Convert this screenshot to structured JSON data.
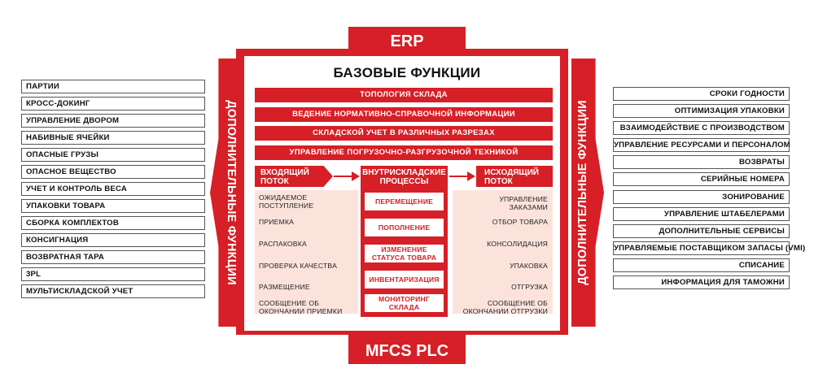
{
  "top_system": "ERP",
  "bottom_system": "MFCS PLC",
  "side_label": "ДОПОЛНИТЕЛЬНЫЕ ФУНКЦИИ",
  "title": "БАЗОВЫЕ ФУНКЦИИ",
  "base_bars": [
    "ТОПОЛОГИЯ СКЛАДА",
    "ВЕДЕНИЕ НОРМАТИВНО-СПРАВОЧНОЙ ИНФОРМАЦИИ",
    "СКЛАДСКОЙ УЧЕТ В РАЗЛИЧНЫХ РАЗРЕЗАХ",
    "УПРАВЛЕНИЕ ПОГРУЗОЧНО-РАЗГРУЗОЧНОЙ ТЕХНИКОЙ"
  ],
  "inbound": {
    "title_line1": "ВХОДЯЩИЙ",
    "title_line2": "ПОТОК",
    "items": [
      [
        "ОЖИДАЕМОЕ",
        "ПОСТУПЛЕНИЕ"
      ],
      [
        "ПРИЕМКА"
      ],
      [
        "РАСПАКОВКА"
      ],
      [
        "ПРОВЕРКА КАЧЕСТВА"
      ],
      [
        "РАЗМЕЩЕНИЕ"
      ],
      [
        "СООБЩЕНИЕ ОБ",
        "ОКОНЧАНИИ ПРИЕМКИ"
      ]
    ]
  },
  "internal": {
    "title_line1": "ВНУТРИСКЛАДСКИЕ",
    "title_line2": "ПРОЦЕССЫ",
    "items": [
      [
        "ПЕРЕМЕЩЕНИЕ"
      ],
      [
        "ПОПОЛНЕНИЕ"
      ],
      [
        "ИЗМЕНЕНИЕ",
        "СТАТУСА ТОВАРА"
      ],
      [
        "ИНВЕНТАРИЗАЦИЯ"
      ],
      [
        "МОНИТОРИНГ",
        "СКЛАДА"
      ]
    ]
  },
  "outbound": {
    "title_line1": "ИСХОДЯЩИЙ",
    "title_line2": "ПОТОК",
    "items": [
      [
        "УПРАВЛЕНИЕ",
        "ЗАКАЗАМИ"
      ],
      [
        "ОТБОР ТОВАРА"
      ],
      [
        "КОНСОЛИДАЦИЯ"
      ],
      [
        "УПАКОВКА"
      ],
      [
        "ОТГРУЗКА"
      ],
      [
        "СООБЩЕНИЕ ОБ",
        "ОКОНЧАНИИ ОТГРУЗКИ"
      ]
    ]
  },
  "left_items": [
    "ПАРТИИ",
    "КРОСС-ДОКИНГ",
    "УПРАВЛЕНИЕ ДВОРОМ",
    "НАБИВНЫЕ ЯЧЕЙКИ",
    "ОПАСНЫЕ ГРУЗЫ",
    "ОПАСНОЕ ВЕЩЕСТВО",
    "УЧЕТ И КОНТРОЛЬ ВЕСА",
    "УПАКОВКИ ТОВАРА",
    "СБОРКА КОМПЛЕКТОВ",
    "КОНСИГНАЦИЯ",
    "ВОЗВРАТНАЯ ТАРА",
    "3PL",
    "МУЛЬТИСКЛАДСКОЙ УЧЕТ"
  ],
  "right_items": [
    "СРОКИ ГОДНОСТИ",
    "ОПТИМИЗАЦИЯ УПАКОВКИ",
    "ВЗАИМОДЕЙСТВИЕ С ПРОИЗВОДСТВОМ",
    "УПРАВЛЕНИЕ РЕСУРСАМИ И ПЕРСОНАЛОМ",
    "ВОЗВРАТЫ",
    "СЕРИЙНЫЕ НОМЕРА",
    "ЗОНИРОВАНИЕ",
    "УПРАВЛЕНИЕ ШТАБЕЛЕРАМИ",
    "ДОПОЛНИТЕЛЬНЫЕ СЕРВИСЫ",
    "УПРАВЛЯЕМЫЕ ПОСТАВЩИКОМ ЗАПАСЫ (VMI)",
    "СПИСАНИЕ",
    "ИНФОРМАЦИЯ ДЛЯ ТАМОЖНИ"
  ],
  "colors": {
    "accent": "#d61f26",
    "panel": "#fbe3dc"
  }
}
